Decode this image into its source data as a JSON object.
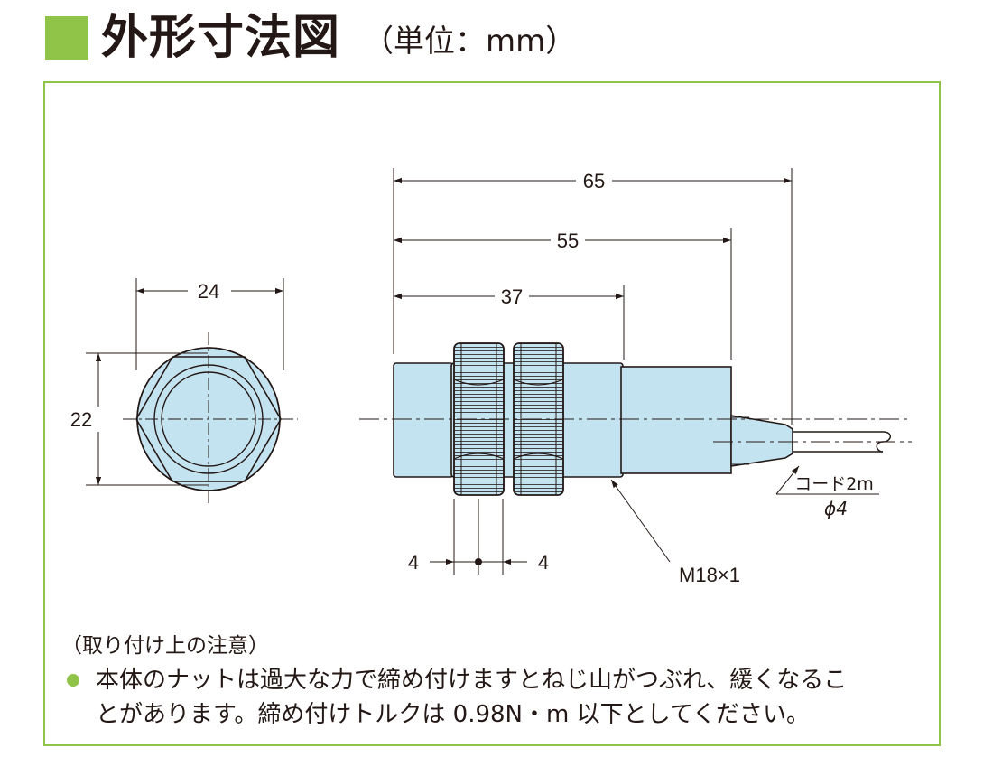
{
  "header": {
    "title": "外形寸法図",
    "unit": "（単位：mm）",
    "accent_color": "#8fc449"
  },
  "drawing": {
    "front_view": {
      "width_label": "24",
      "height_label": "22"
    },
    "side_view": {
      "overall_length": "65",
      "body_length": "55",
      "thread_length": "37",
      "nut_width_left": "4",
      "nut_width_right": "4",
      "thread_spec": "M18×1",
      "cable_length": "コード2m",
      "cable_diameter": "ϕ4"
    },
    "body_color": "#c4e3f1"
  },
  "notes": {
    "heading": "（取り付け上の注意）",
    "items": [
      {
        "line1": "本体のナットは過大な力で締め付けますとねじ山がつぶれ、緩くなるこ",
        "line2": "とがあります。締め付けトルクは 0.98N・m 以下としてください。"
      }
    ]
  }
}
